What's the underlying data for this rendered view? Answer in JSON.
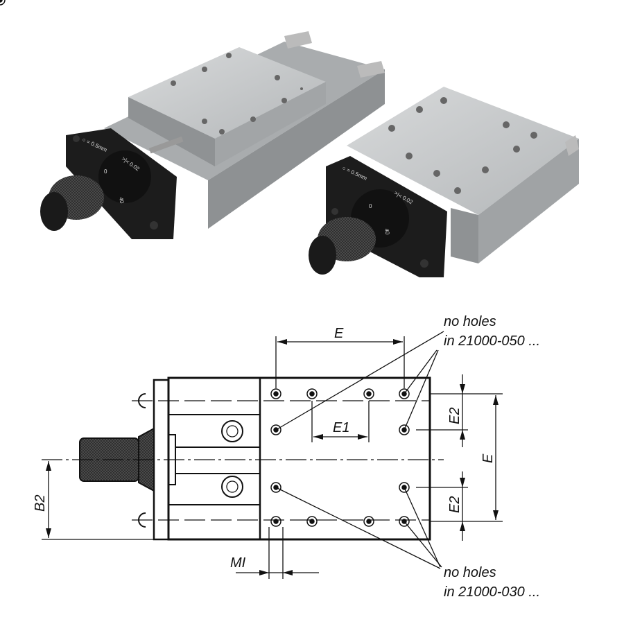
{
  "photos": {
    "left_slide": {
      "dial_scale": "○ = 0.5mm",
      "dial_precision": ">|< 0.02",
      "dial_zero": "0",
      "dial_forty": "40"
    },
    "right_slide": {
      "dial_scale": "○ = 0.5mm",
      "dial_precision": ">|< 0.02",
      "dial_zero": "0",
      "dial_forty": "40"
    }
  },
  "drawing": {
    "dim_E_top": "E",
    "dim_E1": "E1",
    "dim_E2_upper": "E2",
    "dim_E2_lower": "E2",
    "dim_E_right": "E",
    "dim_B2": "B2",
    "dim_MI": "MI",
    "note_top": {
      "line1": "no holes",
      "line2": "in 21000-050 ..."
    },
    "note_bottom": {
      "line1": "no holes",
      "line2": "in 21000-030 ..."
    }
  },
  "colors": {
    "aluminum": "#c9cbcc",
    "aluminum_dark": "#9ea1a3",
    "black_part": "#1c1c1c"
  }
}
